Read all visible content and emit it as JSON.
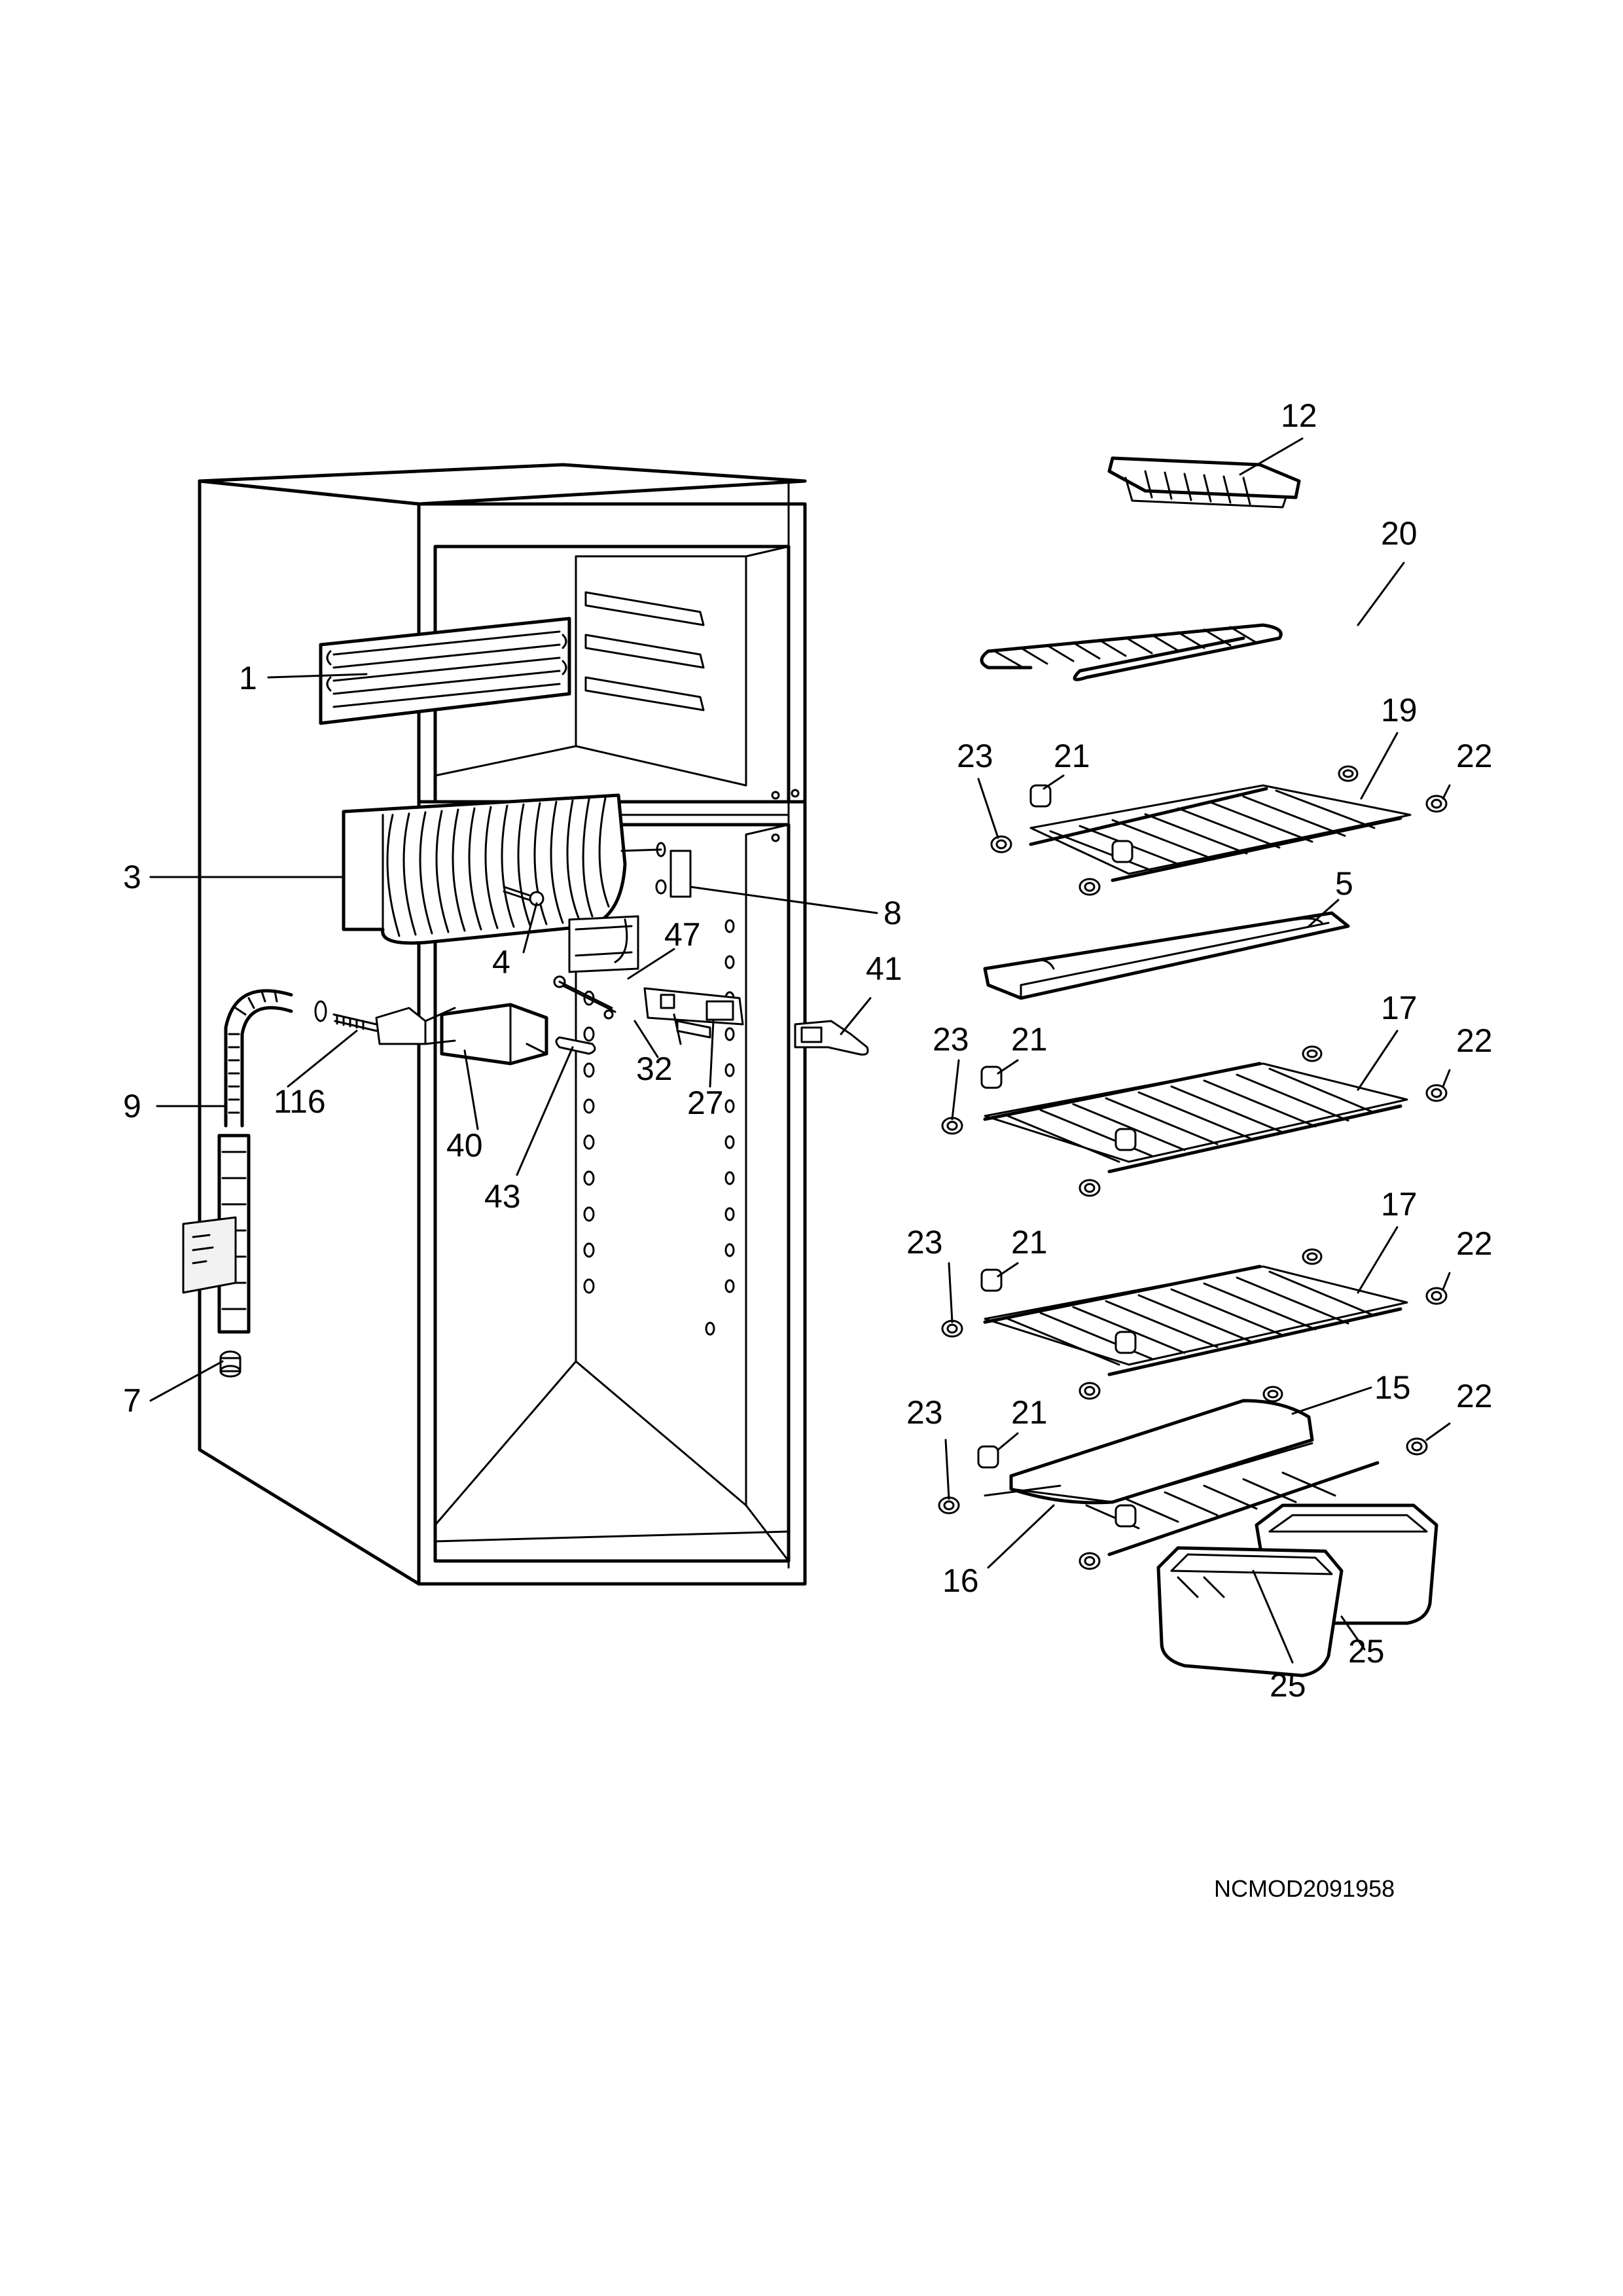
{
  "diagram": {
    "drawing_code": "NCMOD2091958",
    "part_labels": {
      "p1": "1",
      "p3": "3",
      "p4": "4",
      "p5": "5",
      "p7": "7",
      "p8": "8",
      "p9": "9",
      "p12": "12",
      "p15": "15",
      "p16": "16",
      "p17a": "17",
      "p17b": "17",
      "p19": "19",
      "p20": "20",
      "p21a": "21",
      "p21b": "21",
      "p21c": "21",
      "p21d": "21",
      "p22a": "22",
      "p22b": "22",
      "p22c": "22",
      "p22d": "22",
      "p23a": "23",
      "p23b": "23",
      "p23c": "23",
      "p23d": "23",
      "p25a": "25",
      "p25b": "25",
      "p27": "27",
      "p32": "32",
      "p40": "40",
      "p41": "41",
      "p43": "43",
      "p47": "47",
      "p116": "116"
    }
  }
}
